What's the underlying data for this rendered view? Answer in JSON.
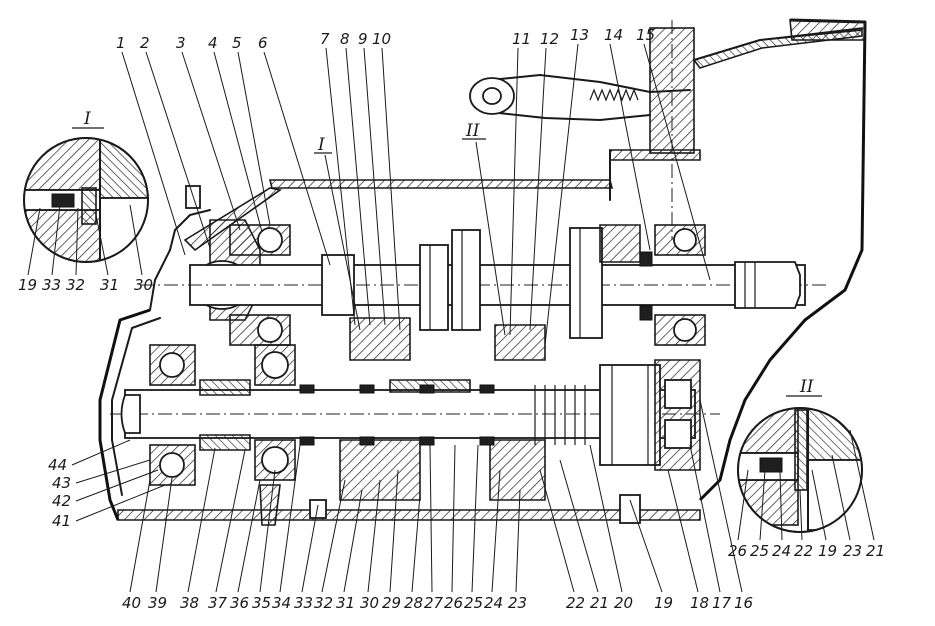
{
  "top_labels": [
    "1",
    "2",
    "3",
    "4",
    "5",
    "6",
    "7",
    "8",
    "9",
    "10",
    "11",
    "12",
    "13",
    "14",
    "15"
  ],
  "left_labels": [
    "44",
    "43",
    "42",
    "41"
  ],
  "bottom_labels": [
    "40",
    "39",
    "38",
    "37",
    "36",
    "35",
    "34",
    "33",
    "32",
    "31",
    "30",
    "29",
    "28",
    "27",
    "26",
    "25",
    "24",
    "23",
    "22",
    "21",
    "20",
    "19",
    "18",
    "17",
    "16"
  ],
  "section_marks": [
    "I",
    "II"
  ],
  "detail_I": {
    "title": "I",
    "labels": [
      "19",
      "33",
      "32",
      "31",
      "30"
    ]
  },
  "detail_II": {
    "title": "II",
    "labels": [
      "26",
      "25",
      "24",
      "22",
      "19",
      "23",
      "21"
    ]
  },
  "colors": {
    "ink": "#1a1a1a",
    "paper": "#ffffff"
  }
}
